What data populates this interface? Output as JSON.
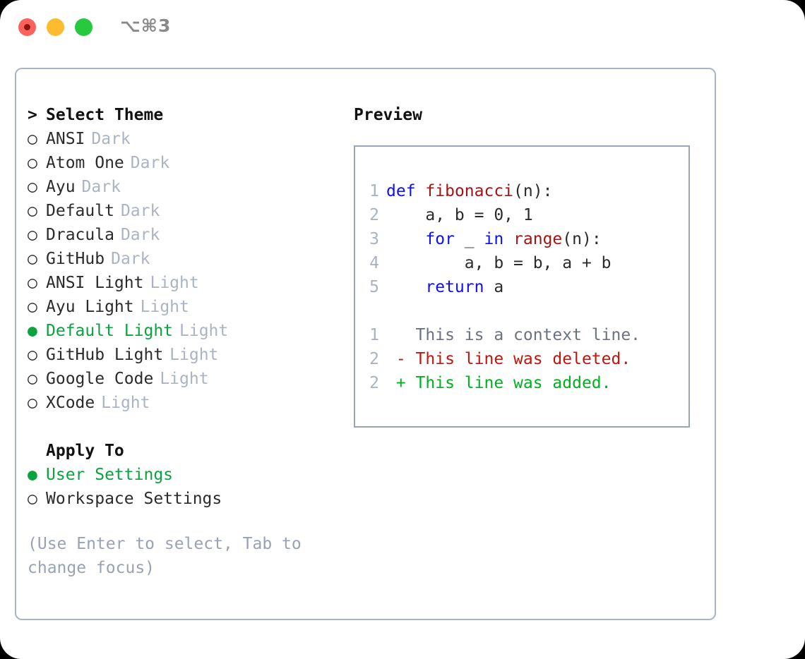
{
  "window": {
    "shortcut": "⌥⌘3",
    "traffic_lights": [
      {
        "name": "close",
        "color": "#fd6159"
      },
      {
        "name": "minimize",
        "color": "#fdbc2f"
      },
      {
        "name": "maximize",
        "color": "#28c93f"
      }
    ]
  },
  "theme_picker": {
    "heading": "Select Theme",
    "heading_marker": ">",
    "marker_unselected": "○",
    "marker_selected": "●",
    "items": [
      {
        "label": "ANSI",
        "badge": "Dark",
        "selected": false
      },
      {
        "label": "Atom One",
        "badge": "Dark",
        "selected": false
      },
      {
        "label": "Ayu",
        "badge": "Dark",
        "selected": false
      },
      {
        "label": "Default",
        "badge": "Dark",
        "selected": false
      },
      {
        "label": "Dracula",
        "badge": "Dark",
        "selected": false
      },
      {
        "label": "GitHub",
        "badge": "Dark",
        "selected": false
      },
      {
        "label": "ANSI Light",
        "badge": "Light",
        "selected": false
      },
      {
        "label": "Ayu Light",
        "badge": "Light",
        "selected": false
      },
      {
        "label": "Default Light",
        "badge": "Light",
        "selected": true
      },
      {
        "label": "GitHub Light",
        "badge": "Light",
        "selected": false
      },
      {
        "label": "Google Code",
        "badge": "Light",
        "selected": false
      },
      {
        "label": "XCode",
        "badge": "Light",
        "selected": false
      }
    ]
  },
  "apply_to": {
    "heading": "Apply To",
    "items": [
      {
        "label": "User Settings",
        "selected": true
      },
      {
        "label": "Workspace Settings",
        "selected": false
      }
    ]
  },
  "hint": "(Use Enter to select, Tab to change focus)",
  "preview": {
    "title": "Preview",
    "code_lines": [
      {
        "num": "1",
        "tokens": [
          {
            "t": "def",
            "c": "kw"
          },
          {
            "t": " ",
            "c": "pl"
          },
          {
            "t": "fibonacci",
            "c": "fn"
          },
          {
            "t": "(n):",
            "c": "pl"
          }
        ]
      },
      {
        "num": "2",
        "tokens": [
          {
            "t": "    a, b = 0, 1",
            "c": "pl"
          }
        ]
      },
      {
        "num": "3",
        "tokens": [
          {
            "t": "    ",
            "c": "pl"
          },
          {
            "t": "for",
            "c": "kw"
          },
          {
            "t": " _ ",
            "c": "pl"
          },
          {
            "t": "in",
            "c": "kw"
          },
          {
            "t": " ",
            "c": "pl"
          },
          {
            "t": "range",
            "c": "fn"
          },
          {
            "t": "(n):",
            "c": "pl"
          }
        ]
      },
      {
        "num": "4",
        "tokens": [
          {
            "t": "        a, b = b, a + b",
            "c": "pl"
          }
        ]
      },
      {
        "num": "5",
        "tokens": [
          {
            "t": "    ",
            "c": "pl"
          },
          {
            "t": "return",
            "c": "kw"
          },
          {
            "t": " a",
            "c": "pl"
          }
        ]
      }
    ],
    "diff_lines": [
      {
        "num": "1",
        "tokens": [
          {
            "t": "   This is a context line.",
            "c": "dim"
          }
        ]
      },
      {
        "num": "2",
        "tokens": [
          {
            "t": " - This line was deleted.",
            "c": "del"
          }
        ]
      },
      {
        "num": "2",
        "tokens": [
          {
            "t": " + This line was added.",
            "c": "add"
          }
        ]
      }
    ]
  },
  "colors": {
    "accent_green": "#0aa33f",
    "muted": "#aab4c4",
    "keyword_blue": "#1010ee",
    "function_red": "#a31515",
    "diff_deleted": "#c0160d",
    "diff_added": "#00b020",
    "border": "#aab4c4",
    "preview_border": "#9aa6b6"
  }
}
